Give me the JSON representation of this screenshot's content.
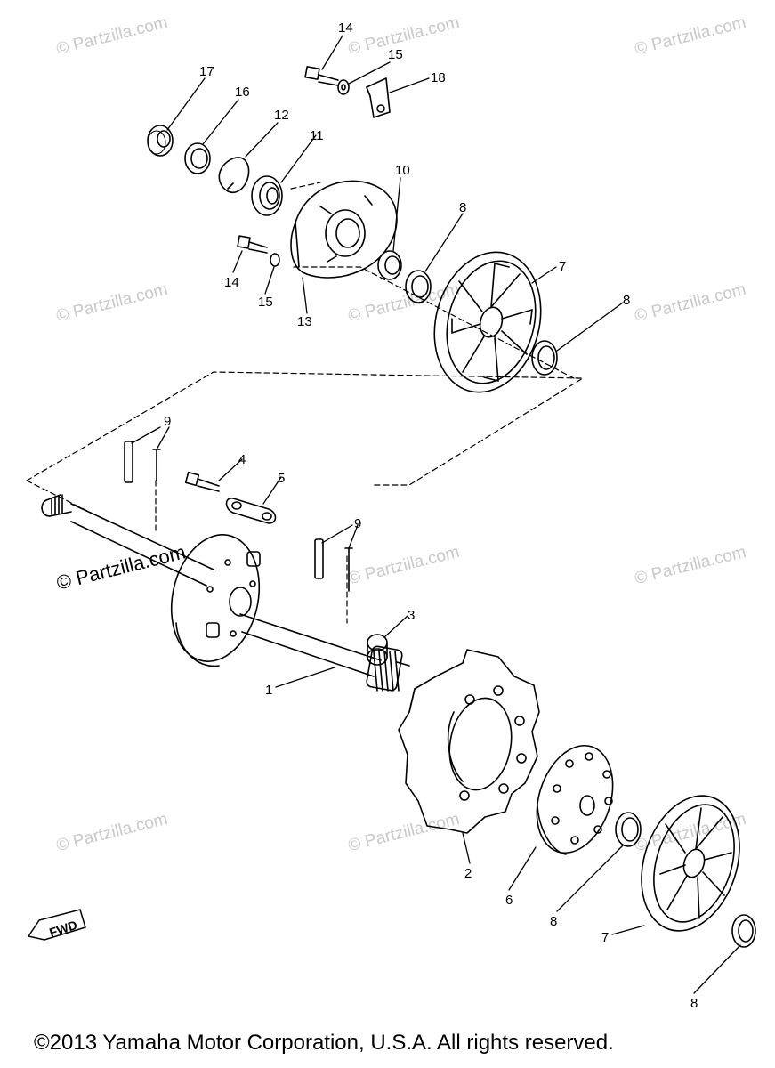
{
  "watermark": "© Partzilla.com",
  "copyright": "©2013 Yamaha Motor Corporation, U.S.A. All rights reserved.",
  "fwd_label": "FWD",
  "callouts": {
    "c1a": "11",
    "c10": "10",
    "c8a": "8",
    "c7a": "7",
    "c8b": "8",
    "c12": "12",
    "c16": "16",
    "c17": "17",
    "c14a": "14",
    "c15a": "15",
    "c18": "18",
    "c14b": "14",
    "c15b": "15",
    "c13": "13",
    "c9a": "9",
    "c4": "4",
    "c5": "5",
    "c9b": "9",
    "c3": "3",
    "c1b": "1",
    "c2": "2",
    "c6": "6",
    "c8c": "8",
    "c7b": "7",
    "c8d": "8"
  }
}
